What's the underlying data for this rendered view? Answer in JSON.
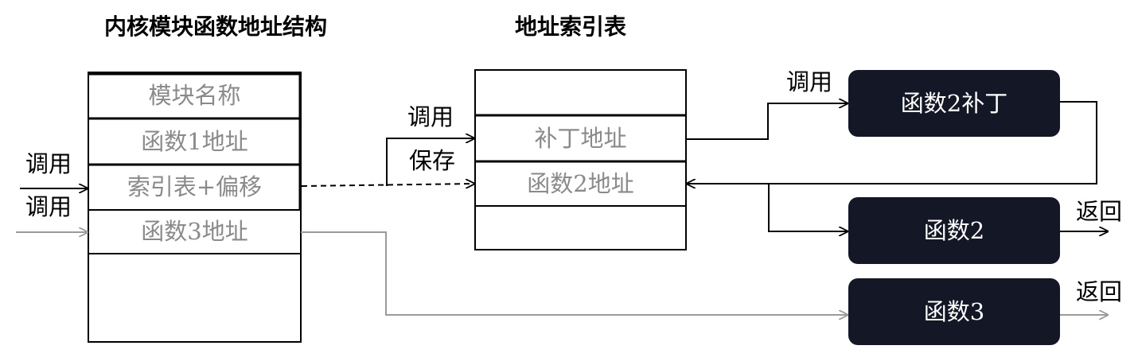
{
  "titles": {
    "module_structure": "内核模块函数地址结构",
    "index_table": "地址索引表"
  },
  "module_table": {
    "cells": [
      "模块名称",
      "函数1地址",
      "索引表+偏移",
      "函数3地址",
      ""
    ]
  },
  "index_table": {
    "cells": [
      "",
      "补丁地址",
      "函数2地址",
      ""
    ]
  },
  "functions": {
    "patch": "函数2补丁",
    "f2": "函数2",
    "f3": "函数3"
  },
  "labels": {
    "call_in_1": "调用",
    "call_in_2": "调用",
    "call_mid": "调用",
    "save": "保存",
    "call_patch": "调用",
    "return_f2": "返回",
    "return_f3": "返回"
  },
  "colors": {
    "line_black": "#000000",
    "line_gray": "#9a9a9a",
    "cell_text": "#8a8a8a",
    "function_box": "#141726",
    "function_text": "#ffffff"
  }
}
